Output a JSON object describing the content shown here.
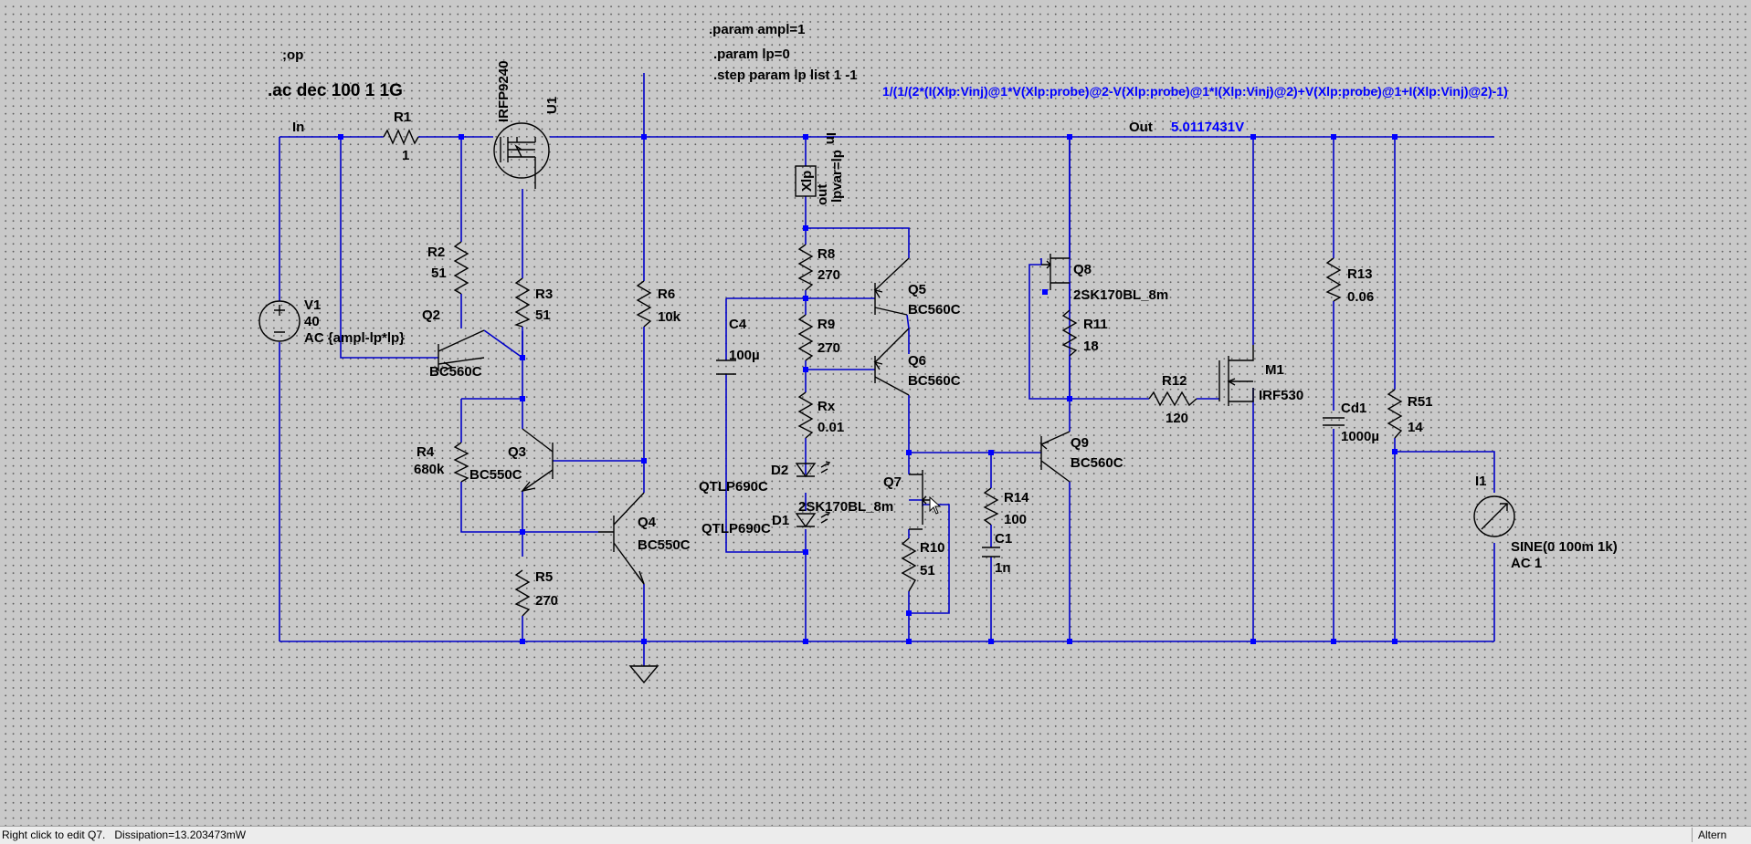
{
  "directives": {
    "op": ";op",
    "ac": ".ac dec 100 1 1G",
    "param_ampl": ".param ampl=1",
    "param_lp": ".param lp=0",
    "step": ".step param lp list 1 -1",
    "expression": "1/(1/(2*(I(Xlp:Vinj)@1*V(Xlp:probe)@2-V(Xlp:probe)@1*I(Xlp:Vinj)@2)+V(Xlp:probe)@1+I(Xlp:Vinj)@2)-1)"
  },
  "nets": {
    "in_left": "In",
    "in_probe": "In",
    "out_probe": "out",
    "out_main": "Out",
    "out_voltage": "5.0117431V",
    "lpvar": "lpvar=lp"
  },
  "components": {
    "V1": {
      "ref": "V1",
      "value": "40",
      "extra": "AC {ampl-lp*lp}"
    },
    "R1": {
      "ref": "R1",
      "value": "1"
    },
    "U1": {
      "ref": "U1",
      "model": "IRFP9240"
    },
    "R2": {
      "ref": "R2",
      "value": "51"
    },
    "Q2": {
      "ref": "Q2",
      "model": "BC560C"
    },
    "R3": {
      "ref": "R3",
      "value": "51"
    },
    "R4": {
      "ref": "R4",
      "value": "680k"
    },
    "Q3": {
      "ref": "Q3",
      "model": "BC550C"
    },
    "Q4": {
      "ref": "Q4",
      "model": "BC550C"
    },
    "R5": {
      "ref": "R5",
      "value": "270"
    },
    "R6": {
      "ref": "R6",
      "value": "10k"
    },
    "Xlp": {
      "ref": "Xlp"
    },
    "R8": {
      "ref": "R8",
      "value": "270"
    },
    "R9": {
      "ref": "R9",
      "value": "270"
    },
    "C4": {
      "ref": "C4",
      "value": "100µ"
    },
    "Rx": {
      "ref": "Rx",
      "value": "0.01"
    },
    "D2": {
      "ref": "D2",
      "model": "QTLP690C"
    },
    "D1": {
      "ref": "D1",
      "model": "QTLP690C"
    },
    "Q5": {
      "ref": "Q5",
      "model": "BC560C"
    },
    "Q6": {
      "ref": "Q6",
      "model": "BC560C"
    },
    "Q7": {
      "ref": "Q7",
      "model": "2SK170BL_8m"
    },
    "R10": {
      "ref": "R10",
      "value": "51"
    },
    "R14": {
      "ref": "R14",
      "value": "100"
    },
    "C1": {
      "ref": "C1",
      "value": "1n"
    },
    "Q8": {
      "ref": "Q8",
      "model": "2SK170BL_8m"
    },
    "R11": {
      "ref": "R11",
      "value": "18"
    },
    "R12": {
      "ref": "R12",
      "value": "120"
    },
    "Q9": {
      "ref": "Q9",
      "model": "BC560C"
    },
    "M1": {
      "ref": "M1",
      "model": "IRF530"
    },
    "R13": {
      "ref": "R13",
      "value": "0.06"
    },
    "Cd1": {
      "ref": "Cd1",
      "value": "1000µ"
    },
    "R51": {
      "ref": "R51",
      "value": "14"
    },
    "I1": {
      "ref": "I1",
      "value": "SINE(0 100m 1k)",
      "extra": "AC 1"
    }
  },
  "colors": {
    "wire": "#0000c8",
    "junction": "#0000ff",
    "canvas": "#c9c9c9",
    "label": "#000000",
    "directive_blue": "#0000ff"
  },
  "status": {
    "text": "Right click to edit Q7.   Dissipation=13.203473mW",
    "mode": "Altern"
  }
}
